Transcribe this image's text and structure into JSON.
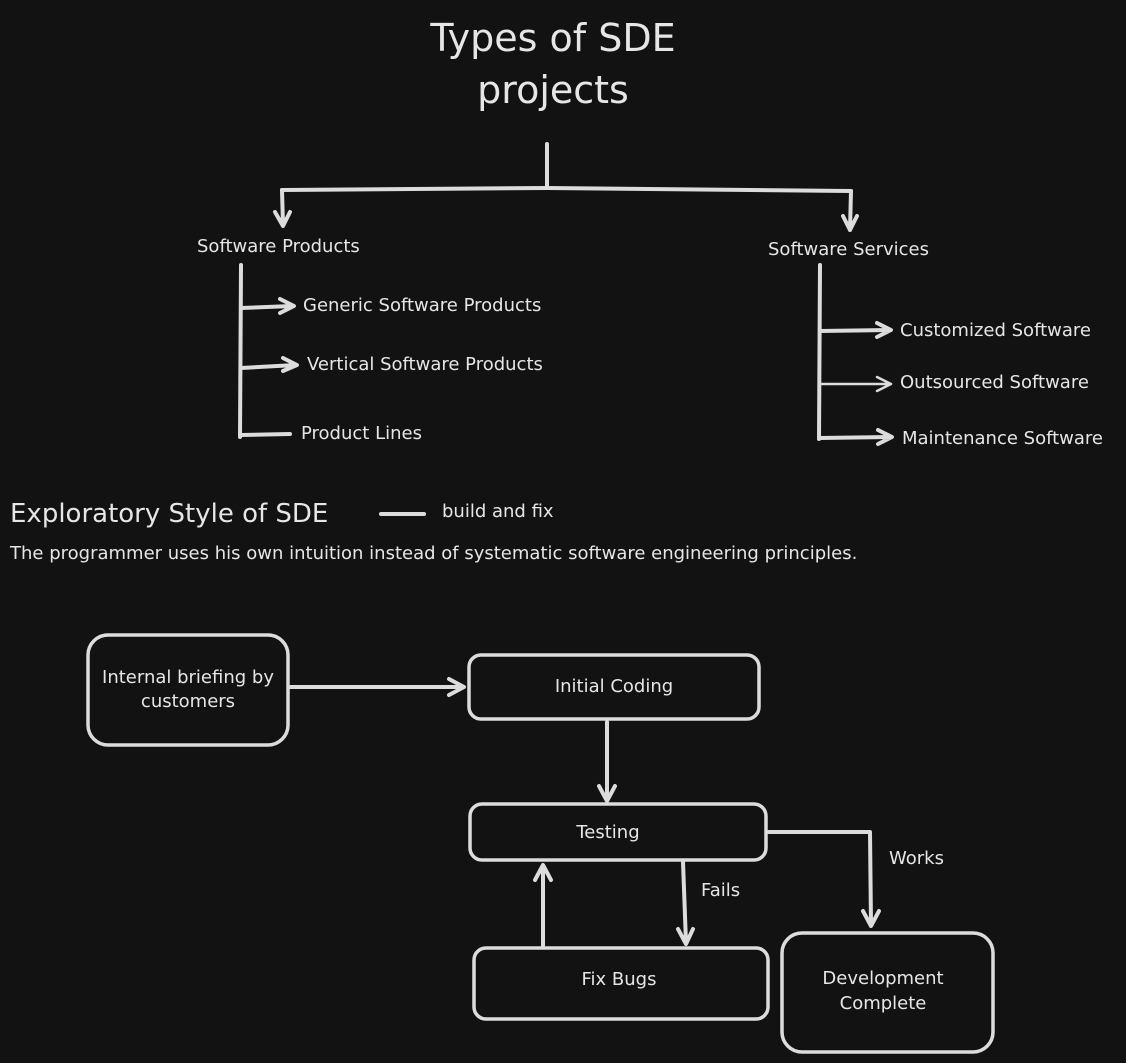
{
  "title": "Types of SDE projects",
  "categories": {
    "products": {
      "label": "Software Products",
      "items": [
        "Generic Software Products",
        "Vertical Software Products",
        "Product Lines"
      ]
    },
    "services": {
      "label": "Software Services",
      "items": [
        "Customized Software",
        "Outsourced Software",
        "Maintenance Software"
      ]
    }
  },
  "exploratory": {
    "heading": "Exploratory Style of SDE",
    "tagline": "build and fix",
    "description": "The programmer uses his own intuition instead of systematic software engineering principles."
  },
  "flowchart": {
    "briefing": "Internal briefing by customers",
    "initial_coding": "Initial Coding",
    "testing": "Testing",
    "fix_bugs": "Fix Bugs",
    "complete": "Development Complete",
    "edge_fails": "Fails",
    "edge_works": "Works"
  },
  "colors": {
    "background": "#121212",
    "stroke": "#dcdcdc",
    "text": "#e6e6e6"
  }
}
